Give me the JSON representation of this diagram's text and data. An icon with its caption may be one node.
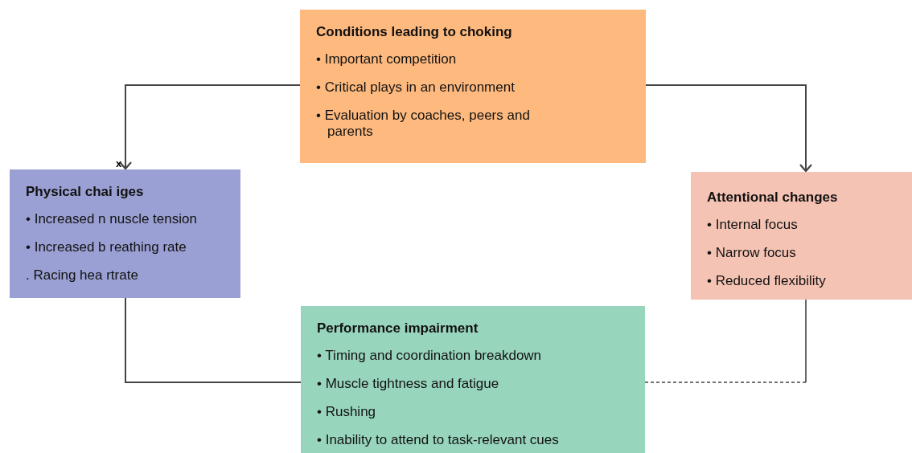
{
  "diagram": {
    "nodes": [
      {
        "text": [
          "Conditions leading to choking",
          "• Important competition",
          "• Critical plays in an environment",
          "• Evaluation by coaches, peers and parents"
        ]
      },
      {
        "text": [
          "Physical chai iges",
          "• Increased n nuscle tension",
          "• Increased b reathing rate",
          ". Racing hea rtrate"
        ]
      },
      {
        "text": [
          "Attentional changes",
          "• Internal focus",
          "• Narrow focus",
          "• Reduced flexibility"
        ]
      },
      {
        "text": [
          "Performance impairment",
          "• Timing and coordination breakdown",
          "• Muscle tightness and fatigue",
          "• Rushing",
          "• Inability to attend to task-relevant cues"
        ]
      }
    ],
    "edges": [
      {
        "from": 0,
        "to": 1,
        "arrow": "to"
      },
      {
        "from": 0,
        "to": 2,
        "arrow": "to"
      },
      {
        "from": 1,
        "to": 3,
        "arrow": "none"
      },
      {
        "from": 2,
        "to": 3,
        "arrow": "none",
        "style": "dashed"
      }
    ],
    "labels": [
      "x"
    ]
  }
}
